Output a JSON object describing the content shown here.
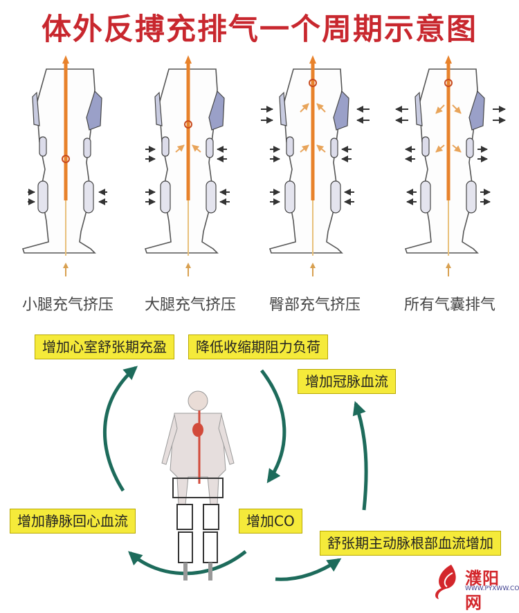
{
  "title": "体外反搏充排气一个周期示意图",
  "stages": [
    {
      "label": "小腿充气挤压"
    },
    {
      "label": "大腿充气挤压"
    },
    {
      "label": "臀部充气挤压"
    },
    {
      "label": "所有气囊排气"
    }
  ],
  "cycle": {
    "boxes": {
      "diastolic_filling": "增加心室舒张期充盈",
      "lower_afterload": "降低收缩期阻力负荷",
      "coronary_flow": "增加冠脉血流",
      "venous_return": "增加静脉回心血流",
      "increase_co": "增加CO",
      "aortic_root_flow": "舒张期主动脉根部血流增加"
    }
  },
  "watermark": {
    "name": "濮阳网",
    "url": "WWW.PYXWW.COM"
  },
  "colors": {
    "title": "#c8272e",
    "box_fill": "#f5ea3a",
    "arrow": "#1d6b5b",
    "artery": "#e8822b",
    "cuff": "#9aa0c8"
  }
}
